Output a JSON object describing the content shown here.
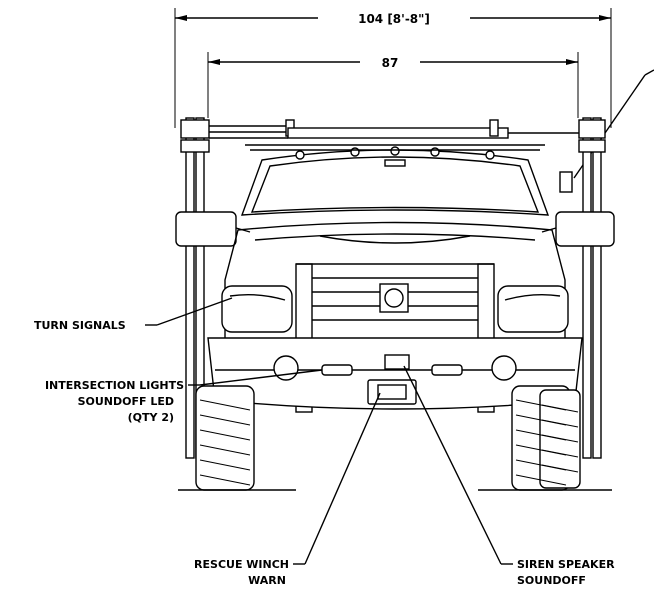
{
  "dimensions": {
    "overall_width": "104 [8'-8\"]",
    "inner_width": "87"
  },
  "callouts": {
    "turn_signals": "TURN SIGNALS",
    "intersection_line1": "INTERSECTION LIGHTS",
    "intersection_line2": "SOUNDOFF LED",
    "intersection_line3": "(QTY 2)",
    "winch_line1": "RESCUE WINCH",
    "winch_line2": "WARN",
    "siren_line1": "SIREN SPEAKER",
    "siren_line2": "SOUNDOFF"
  }
}
